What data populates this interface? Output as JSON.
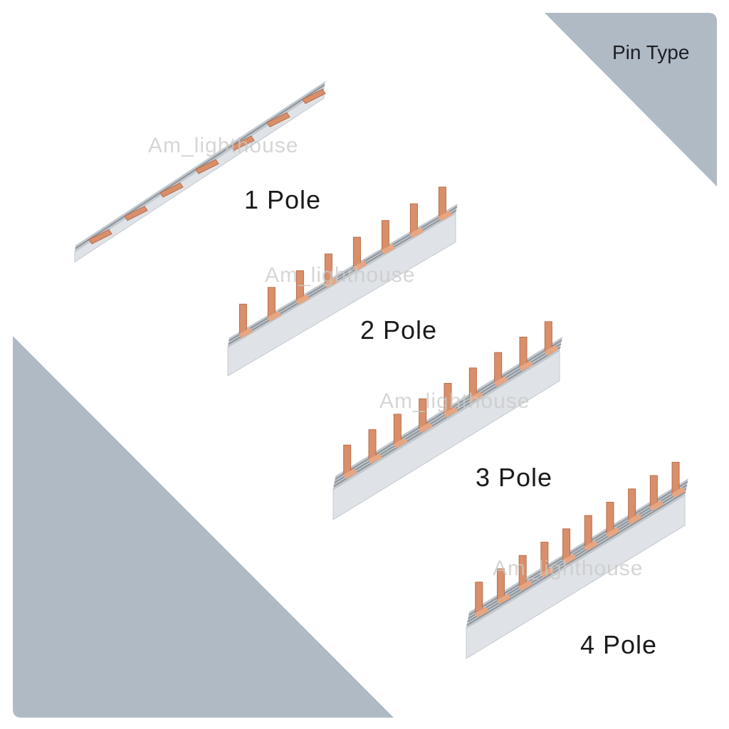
{
  "title": "Pin Type",
  "watermark": "Am_lighthouse",
  "products": [
    {
      "label": "1 Pole"
    },
    {
      "label": "2 Pole"
    },
    {
      "label": "3 Pole"
    },
    {
      "label": "4 Pole"
    }
  ],
  "colors": {
    "panel": "#b0bac4",
    "copper": "#d98f6a",
    "bar_front": "#dfe3e7",
    "bar_top": "#c2c8ce",
    "bar_slot": "#8d949b"
  }
}
